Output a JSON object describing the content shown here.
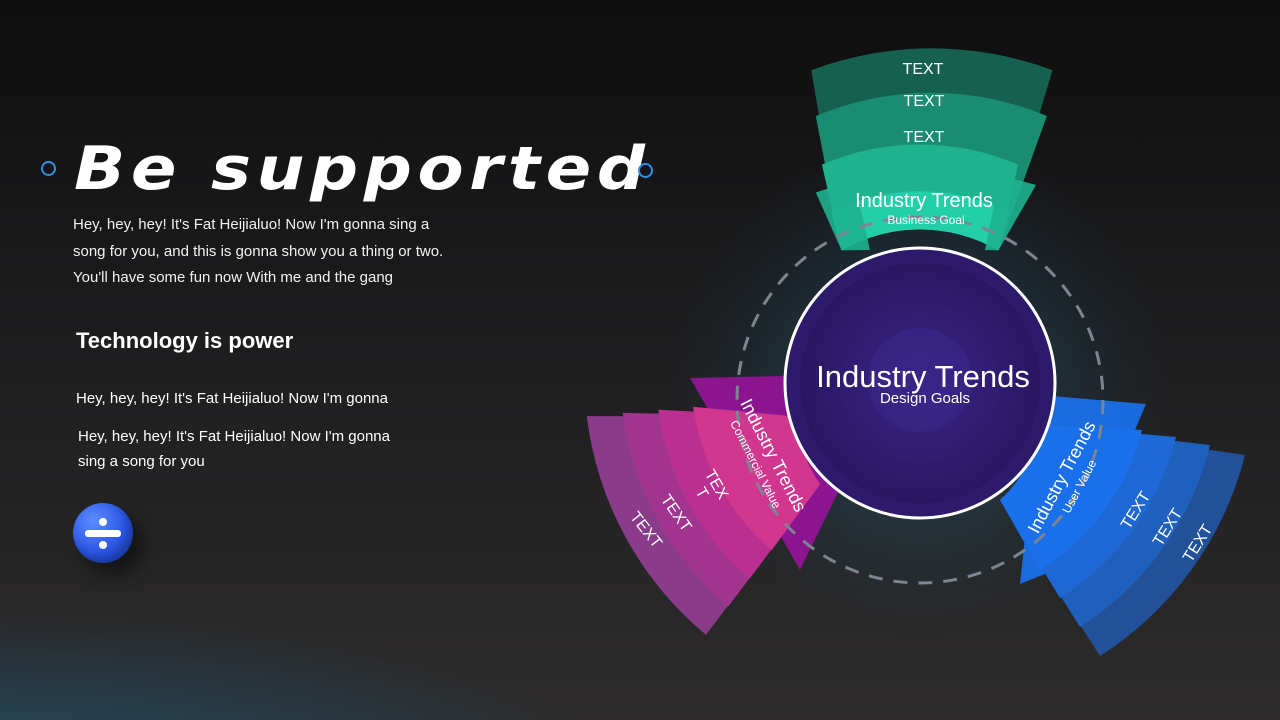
{
  "header": {
    "title": "Be supported",
    "intro": "Hey, hey, hey! It's Fat Heijialuo! Now I'm gonna sing a song for you, and this is gonna show you a thing or two. You'll have some fun now With me and the gang"
  },
  "section": {
    "heading": "Technology is power",
    "line1": "Hey, hey, hey! It's Fat Heijialuo! Now I'm gonna",
    "line2": "Hey, hey, hey! It's Fat Heijialuo! Now I'm gonna sing a song for you"
  },
  "diagram": {
    "center": {
      "title": "Industry Trends",
      "subtitle": "Design Goals"
    },
    "top": {
      "title": "Industry Trends",
      "subtitle": "Business Goal",
      "bands": [
        "TEXT",
        "TEXT",
        "TEXT"
      ]
    },
    "left": {
      "title": "Industry Trends",
      "subtitle": "Commercial Value",
      "bands": [
        "TEX\nT",
        "TEXT",
        "TEXT"
      ]
    },
    "right": {
      "title": "Industry Trends",
      "subtitle": "User Value",
      "bands": [
        "TEXT",
        "TEXT",
        "TEXT"
      ]
    }
  },
  "colors": {
    "accent_ring": "#2f8fe6",
    "center_fill": "#2e1a6b",
    "top_sector": "#23cfa9",
    "left_sector": "#d2378f",
    "right_sector": "#1a6fe8",
    "divide_button": "#2a55e3"
  },
  "icons": {
    "title_bullets": "ring-dot-icon",
    "button": "divide-icon"
  }
}
